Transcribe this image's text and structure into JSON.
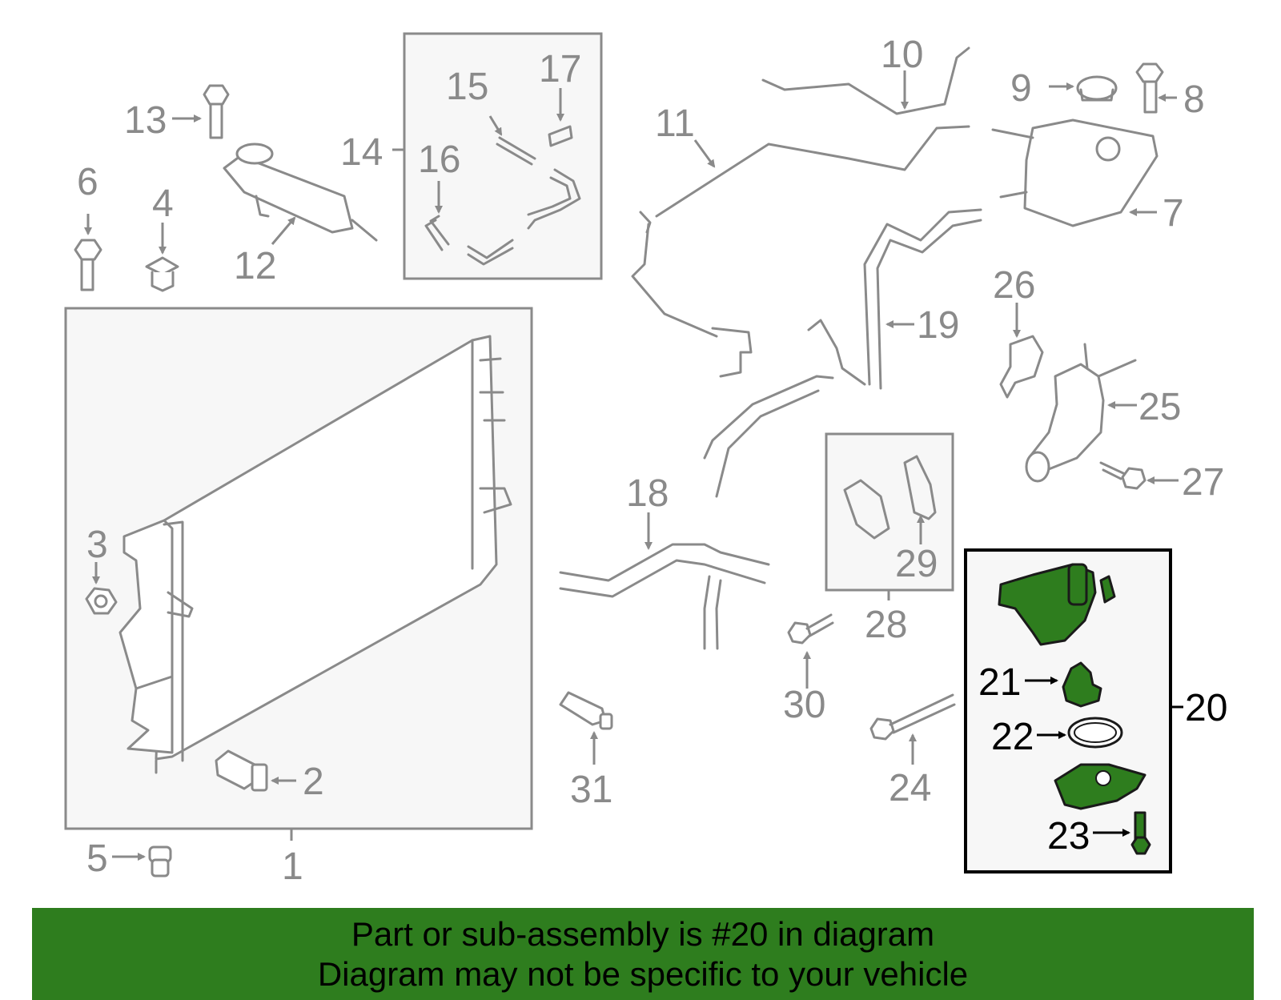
{
  "diagram": {
    "callouts": [
      "1",
      "2",
      "3",
      "4",
      "5",
      "6",
      "7",
      "8",
      "9",
      "10",
      "11",
      "12",
      "13",
      "14",
      "15",
      "16",
      "17",
      "18",
      "19",
      "20",
      "21",
      "22",
      "23",
      "24",
      "25",
      "26",
      "27",
      "28",
      "29",
      "30",
      "31"
    ],
    "highlighted": "20",
    "highlight_color": "#2e7d1e",
    "line_color": "#8a8a8a"
  },
  "banner": {
    "line1": "Part or sub-assembly is #20 in diagram",
    "line2": "Diagram may not be specific to your vehicle",
    "background": "#2e7d1e"
  }
}
